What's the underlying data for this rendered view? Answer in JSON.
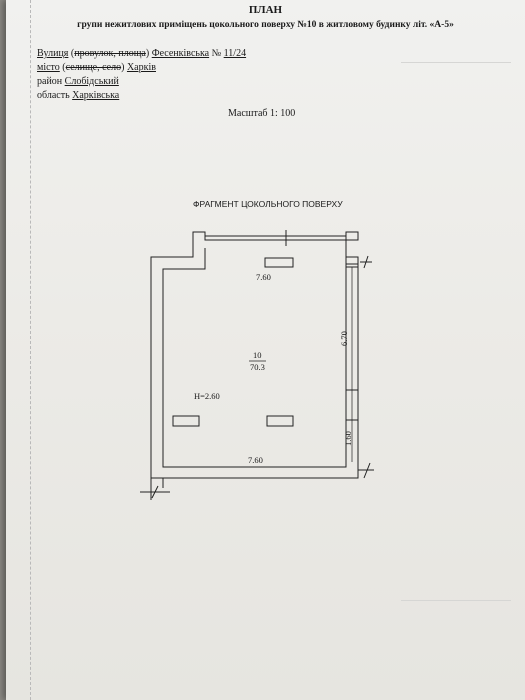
{
  "header": {
    "title": "ПЛАН",
    "subtitle": "групи нежитлових приміщень цокольного поверху №10 в житловому будинку літ. «А-5»"
  },
  "address": {
    "street_label": "Вулиця",
    "street_struck": "провулок, площа",
    "street_name": "Фесенківська",
    "number_label": "№",
    "number": "11/24",
    "city_label": "місто",
    "city_struck": "селище, село",
    "city_name": "Харків",
    "district_label": "район",
    "district_name": "Слобідський",
    "region_label": "область",
    "region_name": "Харківська"
  },
  "scale": "Масштаб 1: 100",
  "fragment_title": "ФРАГМЕНТ ЦОКОЛЬНОГО ПОВЕРХУ",
  "plan": {
    "dim_top": "7.60",
    "dim_bottom": "7.60",
    "dim_right_upper": "6.70",
    "dim_right_lower": "1.60",
    "room_number": "10",
    "room_area": "70.3",
    "height": "H=2.60"
  }
}
